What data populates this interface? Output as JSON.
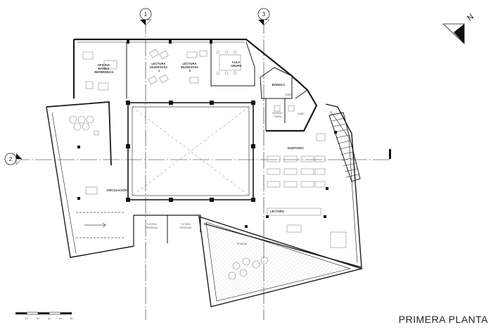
{
  "title": "PRIMERA PLANTA",
  "north": "N",
  "axes": {
    "a1": "1",
    "a2": "2",
    "a3": "3"
  },
  "rooms": {
    "oficina": [
      "OFICINA",
      "MANEJ/",
      "REFERENCIA"
    ],
    "lectura1": [
      "LECTURA",
      "SILENCIOSA",
      "1"
    ],
    "lectura2": [
      "LECTURA",
      "SILENCIOSA",
      "2"
    ],
    "aula": [
      "AULA",
      "GRUPO"
    ],
    "bodega": "BODEGA",
    "bano1": "BAÑO",
    "bano2": "BAÑO",
    "ingreso": [
      "INGRESO",
      "RAMPA"
    ],
    "auditorio": "AUDITORIO",
    "circulacion": "CIRCULACIÓN",
    "lectura": "LECTURA",
    "tutoria1": [
      "TUTORÍA",
      "PERSONAL"
    ],
    "tutoria2": [
      "TUTORÍA",
      "PERSONAL"
    ],
    "terraza": "TERRAZA"
  },
  "scale": [
    "1m",
    "2m",
    "3m",
    "4m",
    "5m"
  ],
  "colors": {
    "line": "#1a1a1a",
    "grey": "#8a8a8a",
    "hatch": "#b0b0b0"
  }
}
